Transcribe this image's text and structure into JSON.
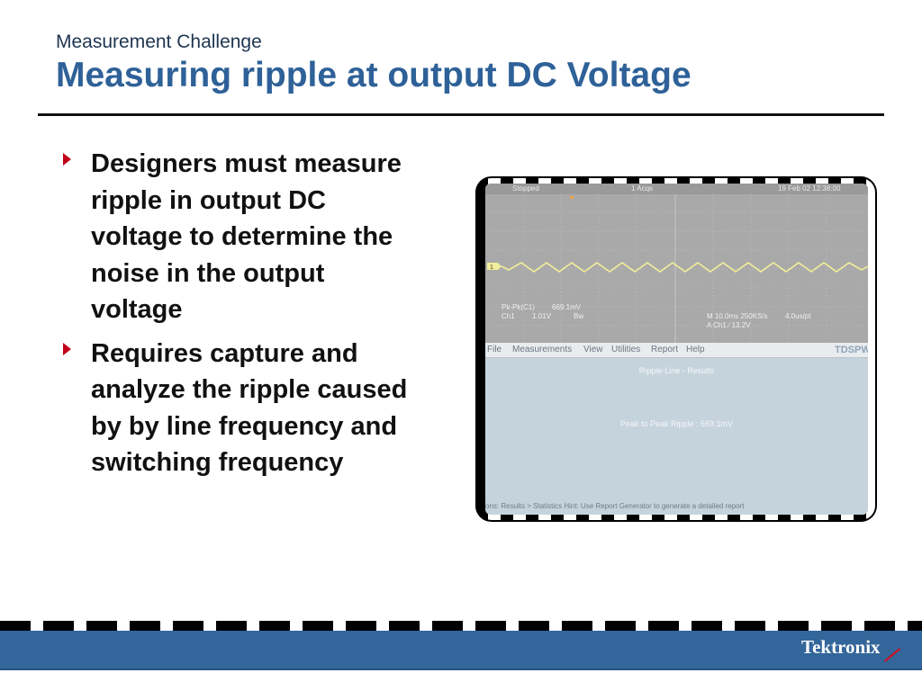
{
  "header": {
    "subtitle": "Measurement Challenge",
    "title": "Measuring ripple at output DC Voltage"
  },
  "bullets": [
    {
      "lines": [
        "Designers must measure",
        "ripple in output DC",
        "voltage to determine the",
        "noise in the output",
        "voltage"
      ]
    },
    {
      "lines": [
        "Requires capture and",
        "analyze the ripple caused",
        "by by line frequency and",
        "switching frequency"
      ]
    }
  ],
  "scope": {
    "status_left": "Stopped",
    "status_mid": "1 Acqs",
    "status_right": "19 Feb 02 12:38:00",
    "channel_marker": "1",
    "meas_label": "Pk-Pk(C1)",
    "meas_value": "669.1mV",
    "ch1_label": "Ch1",
    "ch1_scale": "1.01V",
    "ch1_bw": "Bw",
    "timebase": "M 10.0ms 250KS/s",
    "sample": "4.0us/pt",
    "trigger": "A  Ch1  ∕  13.2V",
    "menu": [
      "File",
      "Measurements",
      "View",
      "Utilities",
      "Report",
      "Help"
    ],
    "brand": "TDSPW",
    "results_title": "Ripple-Line - Results",
    "results_value": "Peak to Peak Ripple : 669.1mV",
    "footer_hint": "ons: Results > Statistics  Hint: Use Report Generator to generate a detailed report"
  },
  "footer": {
    "logo": "Tektronix"
  },
  "colors": {
    "title_blue": "#2e6198",
    "bullet_red": "#c0001a",
    "footer_band": "#33669a",
    "trace_yellow": "#f2ee9a"
  }
}
